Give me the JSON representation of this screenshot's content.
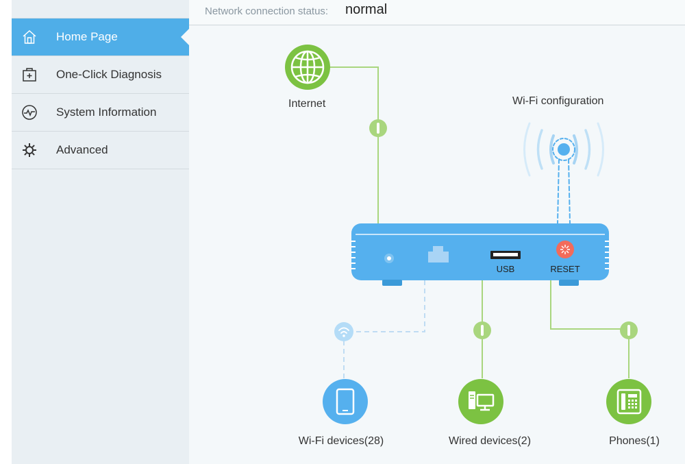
{
  "status": {
    "label": "Network connection status:",
    "value": "normal"
  },
  "sidebar": {
    "items": [
      {
        "label": "Home Page",
        "icon": "home-icon",
        "active": true
      },
      {
        "label": "One-Click Diagnosis",
        "icon": "medkit-icon",
        "active": false
      },
      {
        "label": "System Information",
        "icon": "pulse-icon",
        "active": false
      },
      {
        "label": "Advanced",
        "icon": "gear-icon",
        "active": false
      }
    ]
  },
  "diagram": {
    "internet_label": "Internet",
    "wifi_config_label": "Wi-Fi configuration",
    "usb_label": "USB",
    "reset_label": "RESET",
    "wifi_devices_label": "Wi-Fi devices(28)",
    "wired_devices_label": "Wired devices(2)",
    "phones_label": "Phones(1)"
  },
  "colors": {
    "accent_blue": "#4faee8",
    "green": "#7cc242",
    "light_green": "#a9d67e",
    "router_blue": "#55b0ee",
    "reset_red": "#f26b5b"
  }
}
